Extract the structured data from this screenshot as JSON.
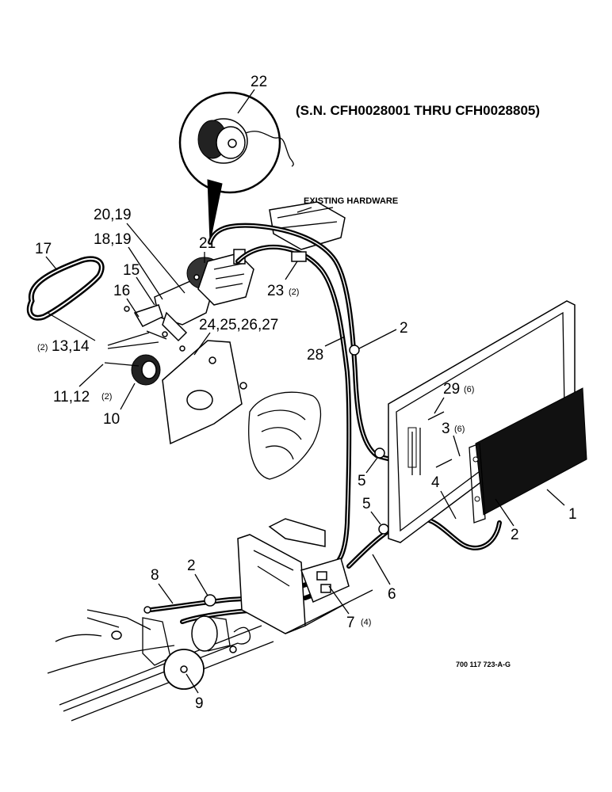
{
  "header": {
    "serial_range": "(S.N. CFH0028001 THRU CFH0028805)",
    "existing_hardware": "EXISTING HARDWARE",
    "drawing_code": "700 117 723-A-G"
  },
  "callouts": {
    "c22": "22",
    "c21": "21",
    "c20_19": "20,19",
    "c18_19": "18,19",
    "c17": "17",
    "c15": "15",
    "c16": "16",
    "c24_27": "24,25,26,27",
    "c13_14_qty": "(2)",
    "c13_14": "13,14",
    "c11_12": "11,12",
    "c11_12_qty": "(2)",
    "c10": "10",
    "c23": "23",
    "c23_qty": "(2)",
    "c2_top": "2",
    "c28": "28",
    "c29": "29",
    "c29_qty": "(6)",
    "c3": "3",
    "c3_qty": "(6)",
    "c5_upper": "5",
    "c5_lower": "5",
    "c4": "4",
    "c1": "1",
    "c2_right": "2",
    "c6": "6",
    "c7": "7",
    "c7_qty": "(4)",
    "c8": "8",
    "c2_left": "2",
    "c9": "9"
  }
}
